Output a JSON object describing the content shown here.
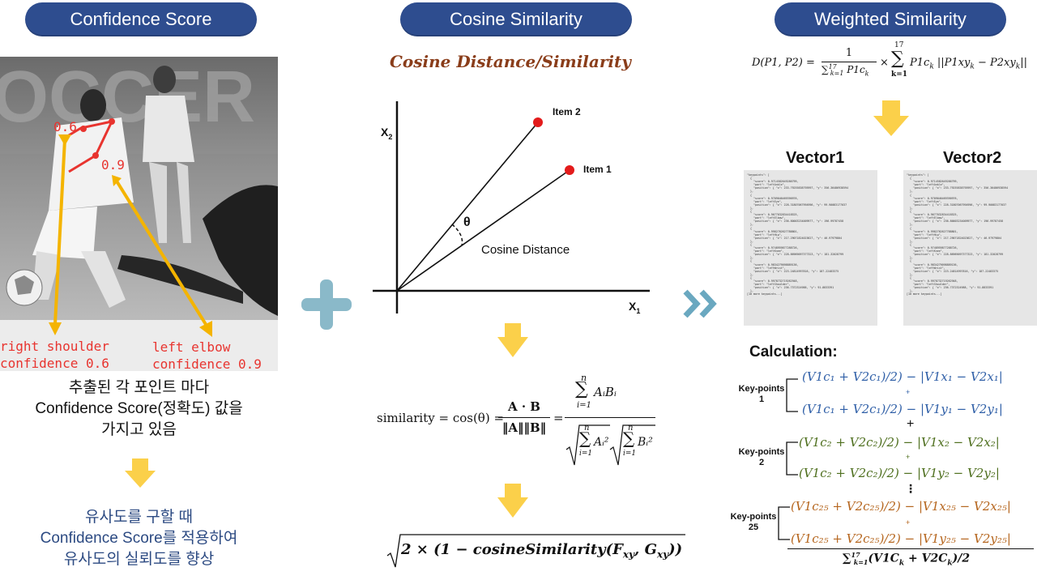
{
  "headers": {
    "confidence": "Confidence Score",
    "cosine": "Cosine Similarity",
    "weighted": "Weighted Similarity"
  },
  "photo": {
    "kp_value_shoulder": "0.6",
    "kp_value_elbow": "0.9",
    "label_shoulder_line1": "right shoulder",
    "label_shoulder_line2": "confidence 0.6",
    "label_elbow_line1": "left elbow",
    "label_elbow_line2": "confidence 0.9",
    "jersey_text": "OCCER"
  },
  "left_text": {
    "line1": "추출된 각 포인트 마다",
    "line2": "Confidence Score(정확도) 값을",
    "line3": "가지고 있음",
    "blue1": "유사도를 구할 때",
    "blue2": "Confidence Score를 적용하여",
    "blue3": "유사도의 실뢰도를 향상"
  },
  "cosine": {
    "title": "Cosine Distance/Similarity",
    "item2": "Item 2",
    "item1": "Item 1",
    "theta": "θ",
    "dist_label": "Cosine Distance",
    "x2_main": "X",
    "x2_sub": "2",
    "x1_main": "X",
    "x1_sub": "1",
    "formula_lhs": "similarity = cos(θ) =",
    "formula_ab": "A · B",
    "formula_norm": "‖A‖‖B‖",
    "formula_eq": "=",
    "formula_sum_top": "AᵢBᵢ",
    "formula_sum_a": "Aᵢ²",
    "formula_sum_b": "Bᵢ²",
    "sum_n": "n",
    "sum_i": "i=1",
    "sum_sign": "∑",
    "distance_formula": "2 × (1 − cosineSimilarity(F",
    "distance_sub1": "xy",
    "distance_mid": ", G",
    "distance_sub2": "xy",
    "distance_end": "))"
  },
  "weighted": {
    "formula_lhs": "D(P1, P2) =",
    "frac_num": "1",
    "frac_den": "∑",
    "frac_den_sup": "17",
    "frac_den_sub": "k=1",
    "frac_den_tail": "P1c",
    "frac_den_tail_sub": "k",
    "times": "×",
    "sum_top": "17",
    "sum_bottom": "k=1",
    "sum_sign": "∑",
    "term": "P1c",
    "term_sub": "k",
    "term_tail": "||P1xy",
    "term_tail_sub": "k",
    "term_tail2": " − P2xy",
    "term_tail2_sub": "k",
    "term_end": "||",
    "vector1": "Vector1",
    "vector2": "Vector2",
    "calc": "Calculation:",
    "kp1": "Key-points 1",
    "kp2": "Key-points 2",
    "kp25": "Key-points 25",
    "kp1_a": "(V1c₁ + V2c₁)/2) − |V1x₁ − V2x₁|",
    "kp1_b": "(V1c₁ + V2c₁)/2) − |V1y₁ − V2y₁|",
    "kp2_a": "(V1c₂ + V2c₂)/2) − |V1x₂ − V2x₂|",
    "kp2_b": "(V1c₂ + V2c₂)/2) − |V1y₂ − V2y₂|",
    "kp25_a": "(V1c₂₅ + V2c₂₅)/2) − |V1x₂₅ − V2x₂₅|",
    "kp25_b": "(V1c₂₅ + V2c₂₅)/2) − |V1y₂₅ − V2y₂₅|",
    "plus_small": "+",
    "plus_big": "+",
    "vdots": "⋮",
    "denominator": "∑",
    "denominator_sup": "17",
    "denominator_sub": "k=1",
    "denominator_tail": "(V1C",
    "denominator_k1": "k",
    "denominator_mid": " + V2C",
    "denominator_k2": "k",
    "denominator_end": ")/2",
    "json_sample": "\"keypoints\": [\n  {\n    \"score\": 0.9714582649286799,\n    \"part\": \"leftAnkle\",\n    \"position\": { \"x\": 233.79255838795997, \"y\": 356.36486938594\n  },\n  {\n    \"score\": 0.9709046469390976,\n    \"part\": \"leftEye\",\n    \"position\": { \"x\": 228.31807067994996, \"y\": 99.90083177037\n  },\n  {\n    \"score\": 0.9677032834418525,\n    \"part\": \"leftElbow\",\n    \"position\": { \"x\": 236.80003234009977, \"y\": 196.99787458\n  },\n  {\n    \"score\": 0.9982762627788801,\n    \"part\": \"leftHip\",\n    \"position\": { \"x\": 217.29071824023627, \"y\": 46.97979804\n  },\n  {\n    \"score\": 0.9748959877288726,\n    \"part\": \"leftKnee\",\n    \"position\": { \"x\": 228.86969097377323, \"y\": 181.32028799\n  },\n  {\n    \"score\": 0.9834279098889136,\n    \"part\": \"leftWrist\",\n    \"position\": { \"x\": 223.24814997816, \"y\": 187.22483375\n  },\n  {\n    \"score\": 0.9978732719262948,\n    \"part\": \"leftShoulder\",\n    \"position\": { \"x\": 236.7372324988, \"y\": 91.8833391\n  },\n[10 more keypoints...]"
  },
  "colors": {
    "pill": "#2e4d8f",
    "arrow_yellow": "#fbd04a",
    "plus_blue": "#8ab9c9",
    "chevron_blue": "#6aa8c0",
    "red_point": "#e8342f",
    "yellow_line": "#f4b400",
    "blue_text": "#2c4a82"
  }
}
